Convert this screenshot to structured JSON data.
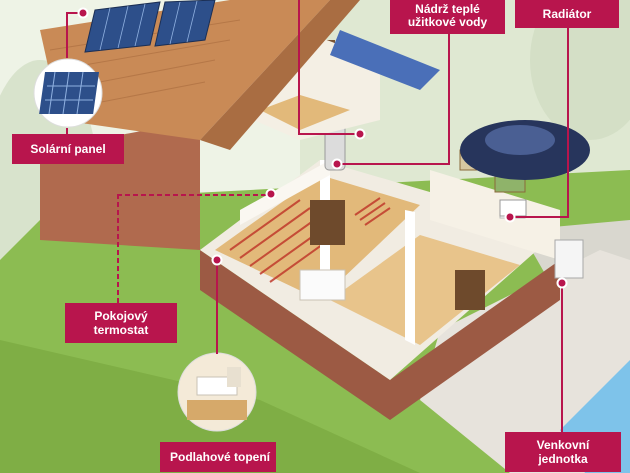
{
  "labels": {
    "solar_panel": "Solární panel",
    "hot_water_tank": "Nádrž teplé užitkové vody",
    "radiator": "Radiátor",
    "room_thermostat": "Pokojový termostat",
    "floor_heating": "Podlahové topení",
    "outdoor_unit": "Venkovní jednotka"
  },
  "colors": {
    "accent": "#b8154d",
    "lawn": "#7fae45",
    "roof_tiles": "#c98a56",
    "solar_panel": "#2d4f8a",
    "brick": "#9c5a44",
    "wall": "#f1ece2",
    "floor": "#e2b97a",
    "pool": "#7ec3ea",
    "car": "#27355c"
  },
  "icons": [
    "solar-panel-icon",
    "house-cutaway-illustration",
    "floor-heating-photo",
    "car-icon"
  ]
}
